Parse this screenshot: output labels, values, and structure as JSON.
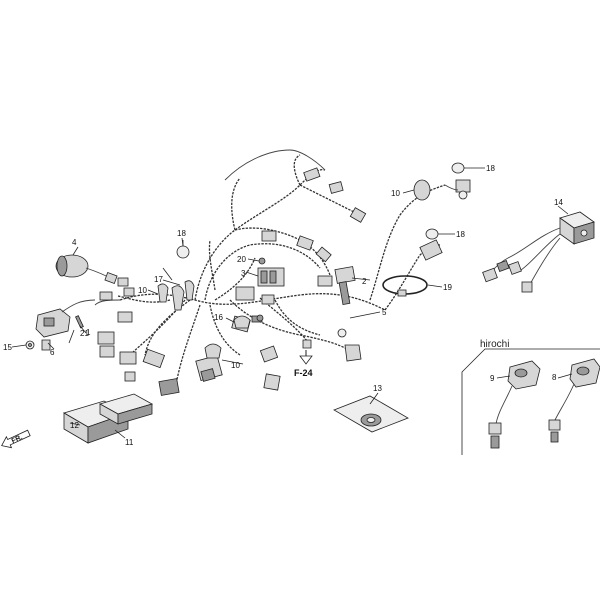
{
  "diagram": {
    "callouts": [
      {
        "id": "c1",
        "text": "1"
      },
      {
        "id": "c2",
        "text": "2"
      },
      {
        "id": "c3",
        "text": "3"
      },
      {
        "id": "c4",
        "text": "4"
      },
      {
        "id": "c5",
        "text": "5"
      },
      {
        "id": "c6",
        "text": "6"
      },
      {
        "id": "c8",
        "text": "8"
      },
      {
        "id": "c9",
        "text": "9"
      },
      {
        "id": "c10a",
        "text": "10"
      },
      {
        "id": "c10b",
        "text": "10"
      },
      {
        "id": "c10c",
        "text": "10"
      },
      {
        "id": "c11",
        "text": "11"
      },
      {
        "id": "c12",
        "text": "12"
      },
      {
        "id": "c13",
        "text": "13"
      },
      {
        "id": "c14",
        "text": "14"
      },
      {
        "id": "c15",
        "text": "15"
      },
      {
        "id": "c16",
        "text": "16"
      },
      {
        "id": "c17",
        "text": "17"
      },
      {
        "id": "c18a",
        "text": "18"
      },
      {
        "id": "c18b",
        "text": "18"
      },
      {
        "id": "c18c",
        "text": "18"
      },
      {
        "id": "c19",
        "text": "19"
      },
      {
        "id": "c20",
        "text": "20"
      },
      {
        "id": "c21",
        "text": "21"
      }
    ],
    "reference_label": "F-24",
    "front_marker": "FR.",
    "watermark": "hirochi"
  }
}
